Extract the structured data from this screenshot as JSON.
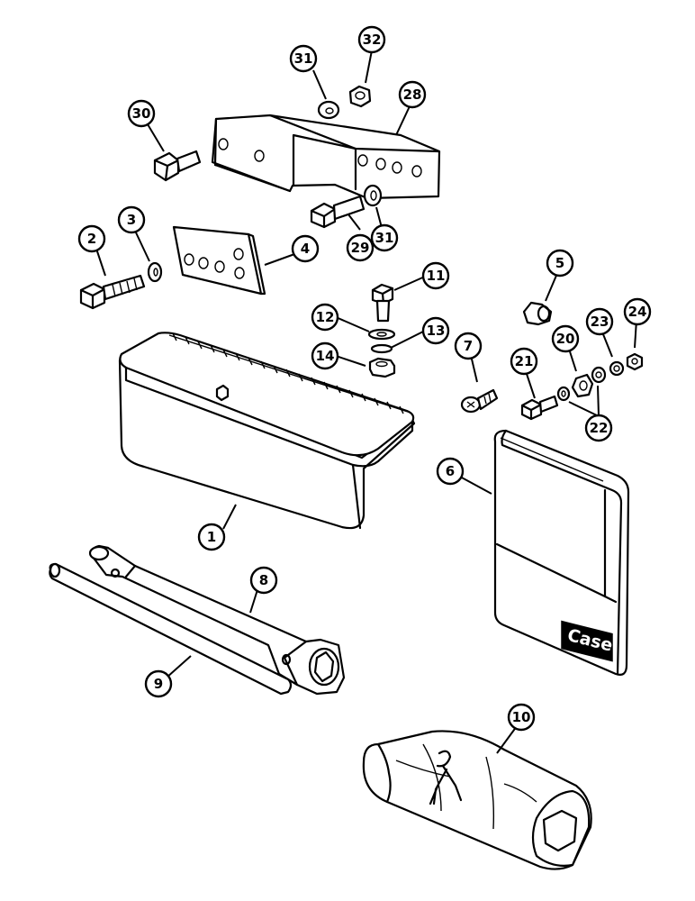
{
  "callouts": [
    {
      "id": "c1",
      "label": "1"
    },
    {
      "id": "c2",
      "label": "2"
    },
    {
      "id": "c3",
      "label": "3"
    },
    {
      "id": "c4",
      "label": "4"
    },
    {
      "id": "c5",
      "label": "5"
    },
    {
      "id": "c6",
      "label": "6"
    },
    {
      "id": "c7",
      "label": "7"
    },
    {
      "id": "c8",
      "label": "8"
    },
    {
      "id": "c9",
      "label": "9"
    },
    {
      "id": "c10",
      "label": "10"
    },
    {
      "id": "c11",
      "label": "11"
    },
    {
      "id": "c12",
      "label": "12"
    },
    {
      "id": "c13",
      "label": "13"
    },
    {
      "id": "c14",
      "label": "14"
    },
    {
      "id": "c20",
      "label": "20"
    },
    {
      "id": "c21",
      "label": "21"
    },
    {
      "id": "c22",
      "label": "22"
    },
    {
      "id": "c23",
      "label": "23"
    },
    {
      "id": "c24",
      "label": "24"
    },
    {
      "id": "c28",
      "label": "28"
    },
    {
      "id": "c29",
      "label": "29"
    },
    {
      "id": "c30",
      "label": "30"
    },
    {
      "id": "c31a",
      "label": "31"
    },
    {
      "id": "c31b",
      "label": "31"
    },
    {
      "id": "c32",
      "label": "32"
    }
  ],
  "manual_logo": "Case"
}
